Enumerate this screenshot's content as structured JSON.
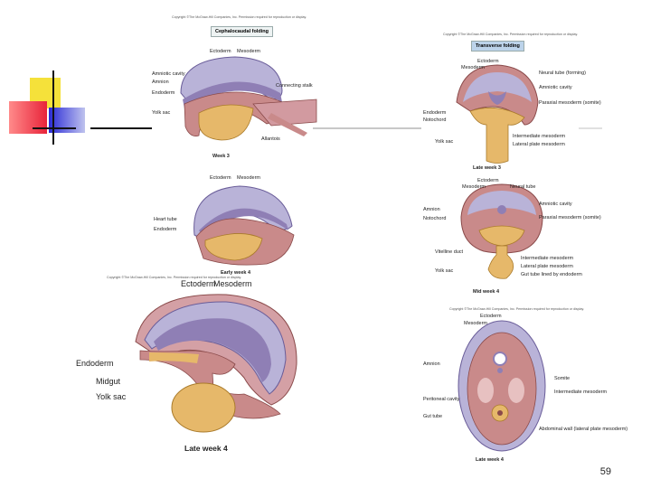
{
  "copyright": {
    "c1": "Copyright ©The McGraw-Hill Companies, Inc. Permission required for reproduction or display.",
    "c2": "Copyright ©The McGraw-Hill Companies, Inc. Permission required for reproduction or display.",
    "c3": "Copyright ©The McGraw-Hill Companies, Inc. Permission required for reproduction or display.",
    "c4": "Copyright ©The McGraw-Hill Companies, Inc. Permission required for reproduction or display."
  },
  "left": {
    "title": "Cephalocaudal folding",
    "week3": {
      "caption": "Week 3",
      "ectoderm": "Ectoderm",
      "mesoderm": "Mesoderm",
      "amniotic_cavity": "Amniotic cavity",
      "amnion": "Amnion",
      "endoderm": "Endoderm",
      "connecting_stalk": "Connecting stalk",
      "yolk_sac": "Yolk sac",
      "allantois": "Allantois"
    },
    "early4": {
      "caption": "Early week 4",
      "ectoderm": "Ectoderm",
      "mesoderm": "Mesoderm",
      "heart_tube": "Heart tube",
      "endoderm": "Endoderm"
    },
    "late4": {
      "caption": "Late week 4",
      "ectoderm": "Ectoderm",
      "mesoderm": "Mesoderm",
      "endoderm": "Endoderm",
      "midgut": "Midgut",
      "yolk_sac": "Yolk sac"
    }
  },
  "right": {
    "title": "Transverse folding",
    "late3": {
      "caption": "Late week 3",
      "ectoderm": "Ectoderm",
      "mesoderm": "Mesoderm",
      "neural_tube": "Neural tube (forming)",
      "amniotic_cavity": "Amniotic cavity",
      "paraxial": "Paraxial mesoderm (somite)",
      "endoderm": "Endoderm",
      "notochord": "Notochord",
      "yolk_sac": "Yolk sac",
      "intermediate": "Intermediate mesoderm",
      "lateral_plate": "Lateral plate mesoderm"
    },
    "mid4": {
      "caption": "Mid week 4",
      "ectoderm": "Ectoderm",
      "mesoderm": "Mesoderm",
      "neural_tube": "Neural tube",
      "amnion": "Amnion",
      "notochord": "Notochord",
      "amniotic_cavity": "Amniotic cavity",
      "paraxial": "Paraxial mesoderm (somite)",
      "vitelline": "Vitelline duct",
      "intermediate": "Intermediate mesoderm",
      "yolk_sac": "Yolk sac",
      "lateral_plate": "Lateral plate mesoderm",
      "gut_tube": "Gut tube lined by endoderm"
    },
    "late4": {
      "caption": "Late week 4",
      "ectoderm": "Ectoderm",
      "mesoderm": "Mesoderm",
      "amnion": "Amnion",
      "somite": "Somite",
      "peritoneal": "Peritoneal cavity",
      "intermediate": "Intermediate mesoderm",
      "gut_tube": "Gut tube",
      "abdominal": "Abdominal wall (lateral plate mesoderm)"
    }
  },
  "page_number": "59",
  "colors": {
    "yellow": "#f5e13a",
    "red": "#e8243a",
    "blue": "#2a2ad6",
    "ecto": "#8f8fc2",
    "meso": "#c98a8a",
    "yolk": "#e6b86a"
  }
}
